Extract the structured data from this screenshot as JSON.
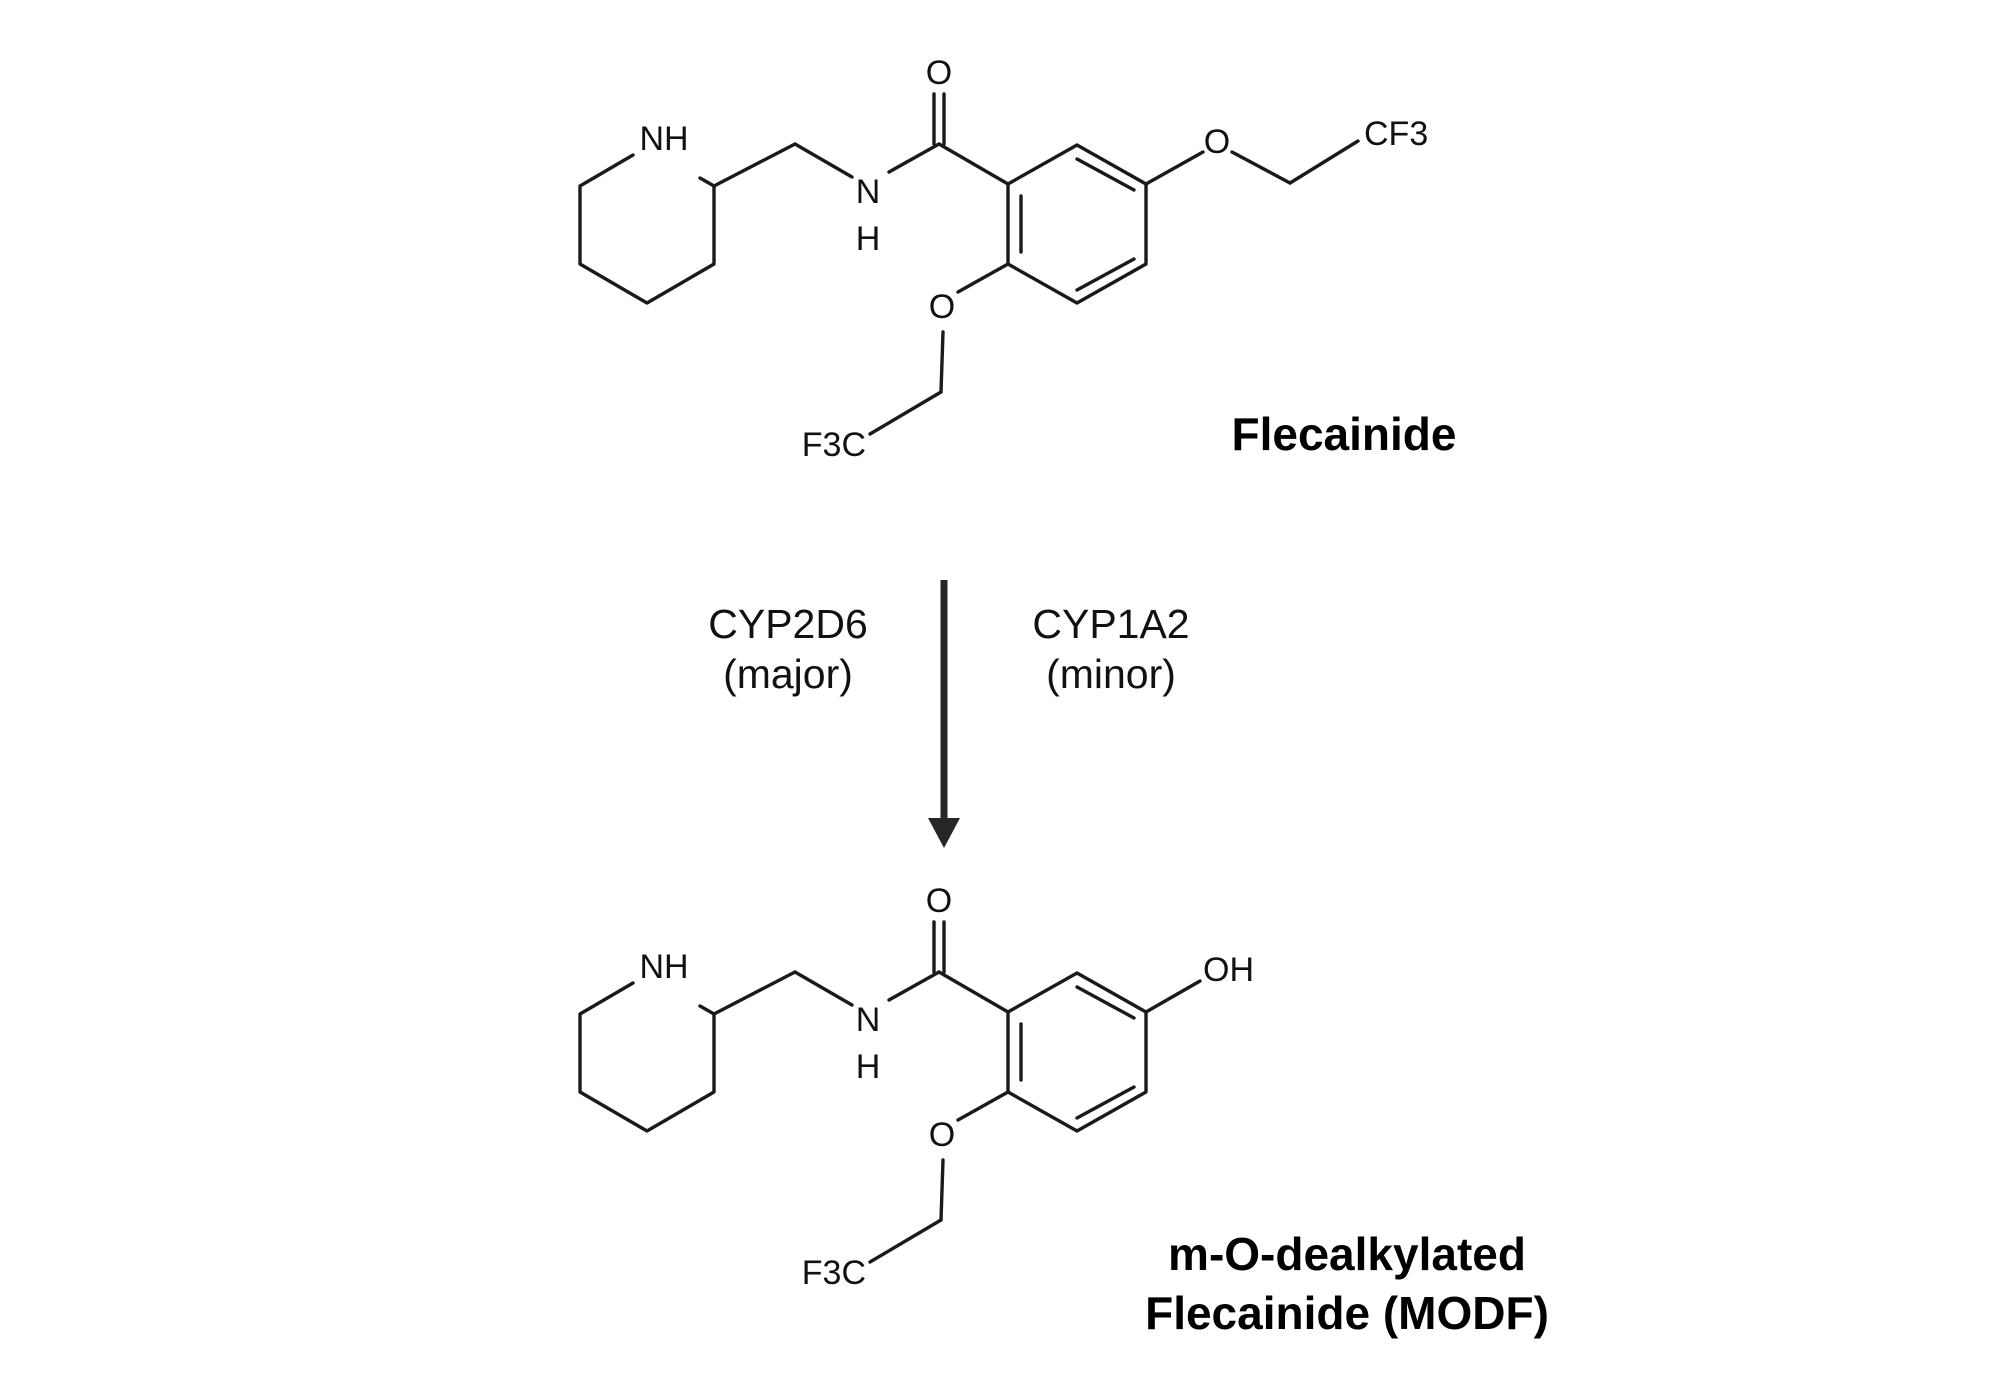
{
  "reactant": {
    "name": "Flecainide",
    "atoms": {
      "carbonyl_o": "O",
      "ring_nh": "NH",
      "amide_n": "N",
      "amide_h": "H",
      "ether_o_top": "O",
      "cf3_top": "CF3",
      "ether_o_bottom": "O",
      "cf3_bottom": "F3C"
    }
  },
  "reaction": {
    "enzyme_major_name": "CYP2D6",
    "enzyme_major_note": "(major)",
    "enzyme_minor_name": "CYP1A2",
    "enzyme_minor_note": "(minor)"
  },
  "product": {
    "name_line1": "m-O-dealkylated",
    "name_line2": "Flecainide (MODF)",
    "atoms": {
      "carbonyl_o": "O",
      "ring_nh": "NH",
      "amide_n": "N",
      "amide_h": "H",
      "hydroxyl": "OH",
      "ether_o_bottom": "O",
      "cf3_bottom": "F3C"
    }
  }
}
